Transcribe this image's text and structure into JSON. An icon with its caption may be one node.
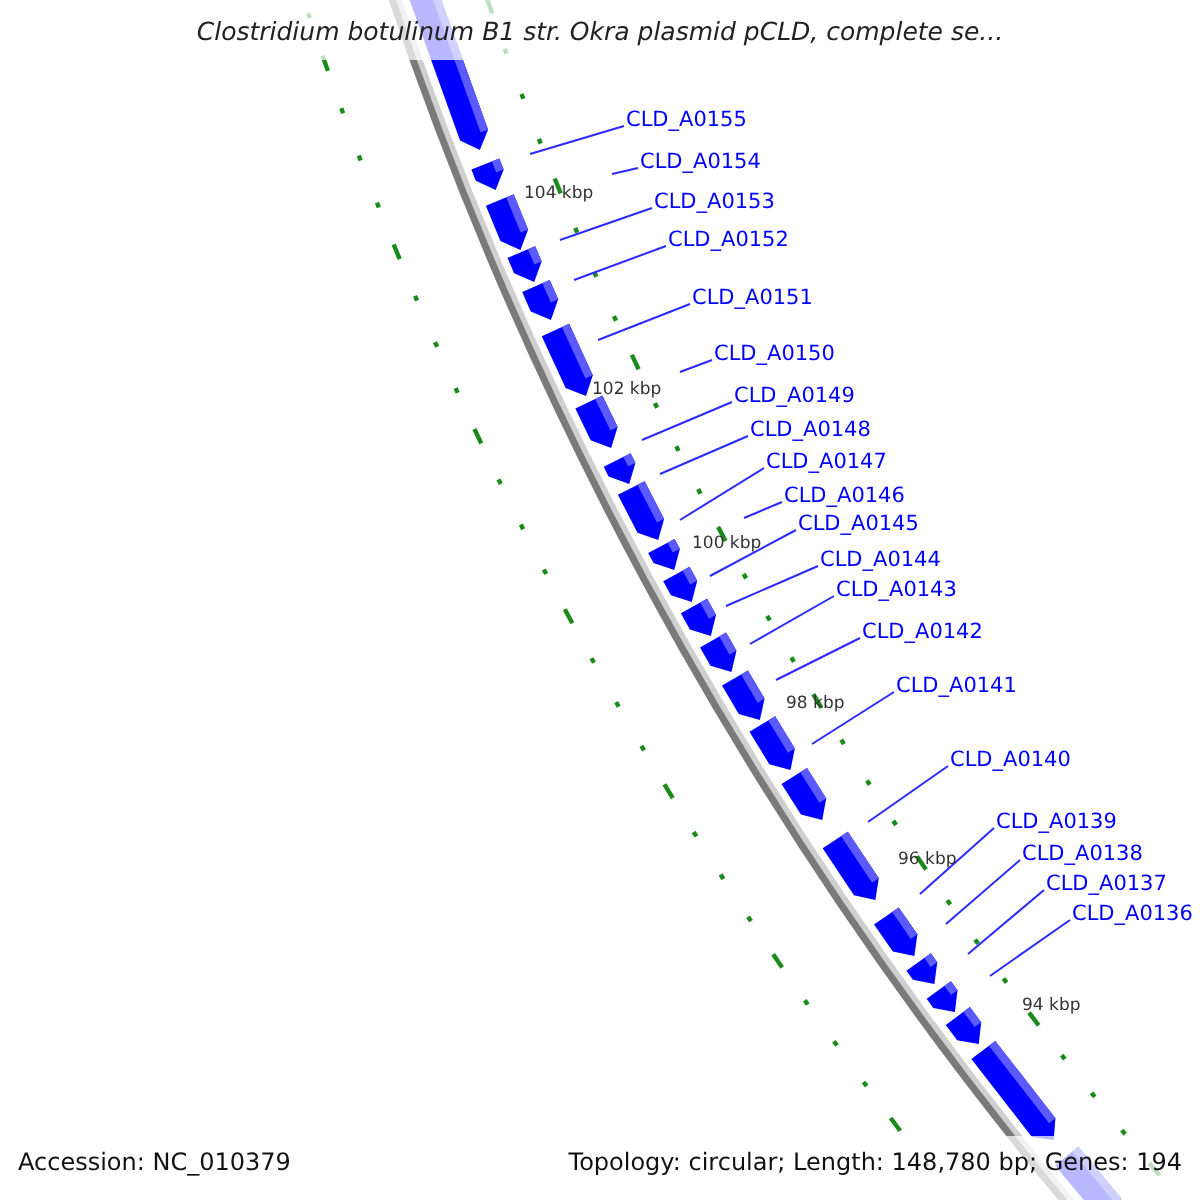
{
  "diagram": {
    "title": "Clostridium botulinum B1 str. Okra plasmid pCLD, complete se...",
    "nodes": [
      {
        "text": [
          "CLD_A0155"
        ]
      },
      {
        "text": [
          "CLD_A0154"
        ]
      },
      {
        "text": [
          "CLD_A0153"
        ]
      },
      {
        "text": [
          "CLD_A0152"
        ]
      },
      {
        "text": [
          "CLD_A0151"
        ]
      },
      {
        "text": [
          "CLD_A0150"
        ]
      },
      {
        "text": [
          "CLD_A0149"
        ]
      },
      {
        "text": [
          "CLD_A0148"
        ]
      },
      {
        "text": [
          "CLD_A0147"
        ]
      },
      {
        "text": [
          "CLD_A0146"
        ]
      },
      {
        "text": [
          "CLD_A0145"
        ]
      },
      {
        "text": [
          "CLD_A0144"
        ]
      },
      {
        "text": [
          "CLD_A0143"
        ]
      },
      {
        "text": [
          "CLD_A0142"
        ]
      },
      {
        "text": [
          "CLD_A0141"
        ]
      },
      {
        "text": [
          "CLD_A0140"
        ]
      },
      {
        "text": [
          "CLD_A0139"
        ]
      },
      {
        "text": [
          "CLD_A0138"
        ]
      },
      {
        "text": [
          "CLD_A0137"
        ]
      },
      {
        "text": [
          "CLD_A0136"
        ]
      }
    ],
    "edges": [
      {
        "from": 0,
        "to": null,
        "arrow": "none"
      },
      {
        "from": 1,
        "to": null,
        "arrow": "none"
      },
      {
        "from": 2,
        "to": null,
        "arrow": "none"
      },
      {
        "from": 3,
        "to": null,
        "arrow": "none"
      },
      {
        "from": 4,
        "to": null,
        "arrow": "none"
      },
      {
        "from": 5,
        "to": null,
        "arrow": "none"
      },
      {
        "from": 6,
        "to": null,
        "arrow": "none"
      },
      {
        "from": 7,
        "to": null,
        "arrow": "none"
      },
      {
        "from": 8,
        "to": null,
        "arrow": "none"
      },
      {
        "from": 9,
        "to": null,
        "arrow": "none"
      },
      {
        "from": 10,
        "to": null,
        "arrow": "none"
      },
      {
        "from": 11,
        "to": null,
        "arrow": "none"
      },
      {
        "from": 12,
        "to": null,
        "arrow": "none"
      },
      {
        "from": 13,
        "to": null,
        "arrow": "none"
      },
      {
        "from": 14,
        "to": null,
        "arrow": "none"
      },
      {
        "from": 15,
        "to": null,
        "arrow": "none"
      },
      {
        "from": 16,
        "to": null,
        "arrow": "none"
      },
      {
        "from": 17,
        "to": null,
        "arrow": "none"
      },
      {
        "from": 18,
        "to": null,
        "arrow": "none"
      },
      {
        "from": 19,
        "to": null,
        "arrow": "none"
      }
    ],
    "labels": [
      "104 kbp",
      "102 kbp",
      "100 kbp",
      "98 kbp",
      "96 kbp",
      "94 kbp",
      "Accession: NC_010379",
      "Topology: circular; Length: 148,780 bp; Genes: 194"
    ]
  }
}
